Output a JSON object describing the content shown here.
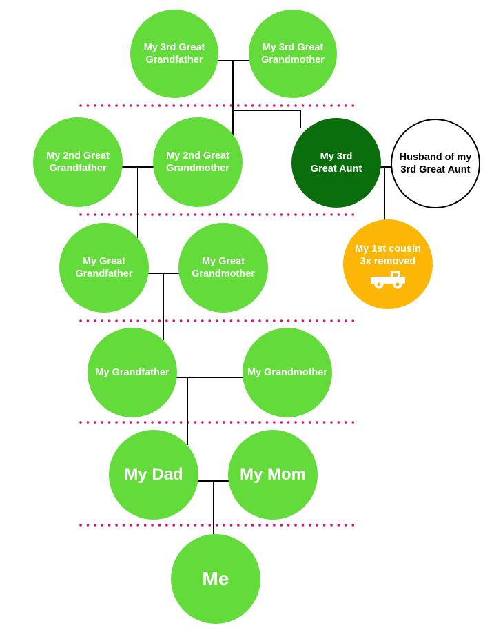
{
  "colors": {
    "ancestor": "#63db3b",
    "aunt": "#0a6e0c",
    "spouse": "#ffffff",
    "cousin": "#fbb606",
    "separator": "#d8146e",
    "line": "#000000"
  },
  "people": {
    "third_great_grandfather": "My 3rd Great Grandfather",
    "third_great_grandmother": "My 3rd Great Grandmother",
    "second_great_grandfather": "My 2nd Great Grandfather",
    "second_great_grandmother": "My 2nd Great Grandmother",
    "third_great_aunt": "My 3rd Great Aunt",
    "husband_of_aunt": "Husband of my 3rd Great Aunt",
    "great_grandfather": "My Great Grandfather",
    "great_grandmother": "My Great Grandmother",
    "first_cousin": "My 1st cousin 3x removed",
    "grandfather": "My Grandfather",
    "grandmother": "My Grandmother",
    "dad": "My Dad",
    "mom": "My Mom",
    "me": "Me"
  },
  "cousin_icon": "jeep-icon"
}
